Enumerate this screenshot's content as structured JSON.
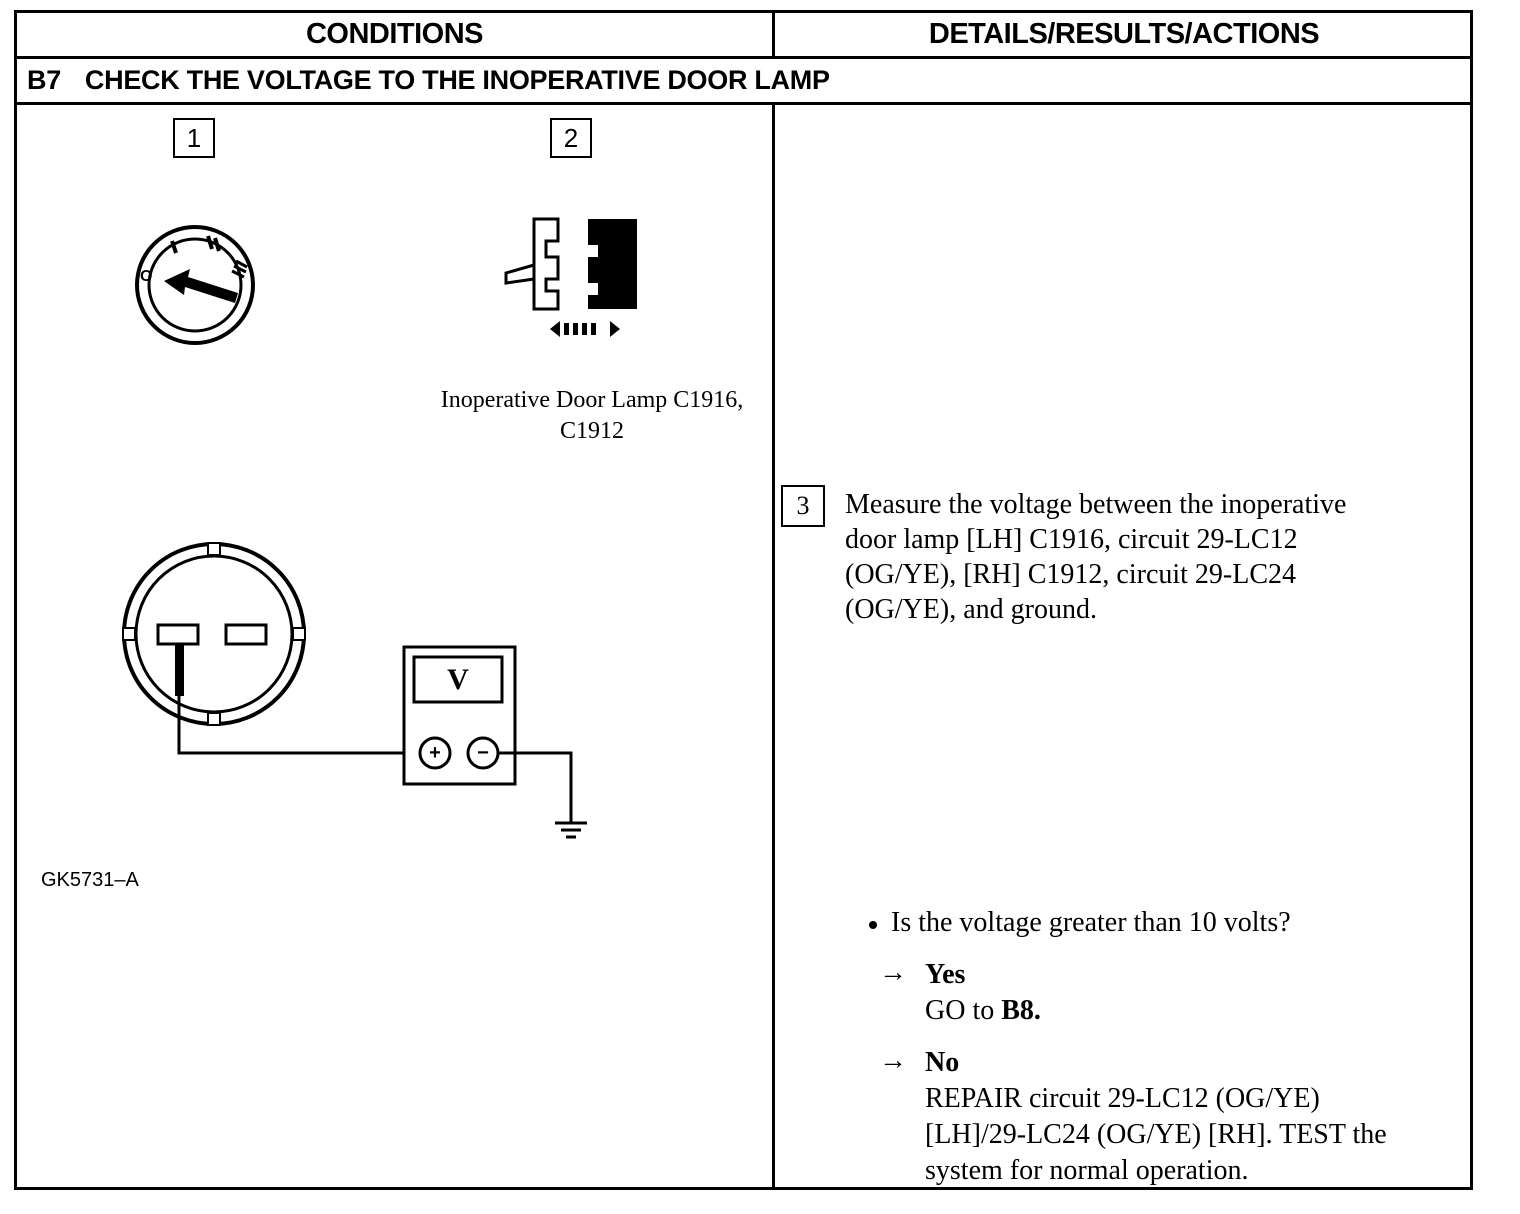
{
  "headers": {
    "conditions": "CONDITIONS",
    "details": "DETAILS/RESULTS/ACTIONS"
  },
  "step": {
    "id": "B7",
    "title": "CHECK THE VOLTAGE TO THE INOPERATIVE DOOR LAMP"
  },
  "figure": {
    "step1_number": "1",
    "step2_number": "2",
    "connector_caption_line1": "Inoperative Door Lamp C1916,",
    "connector_caption_line2": "C1912",
    "meter_symbol": "V",
    "meter_plus": "+",
    "meter_minus": "−",
    "figure_id": "GK5731–A",
    "icons": [
      "ignition-switch-icon",
      "connector-disconnect-icon",
      "connector-face-icon",
      "voltmeter-icon",
      "ground-symbol-icon"
    ]
  },
  "details": {
    "step3_number": "3",
    "instruction_lines": [
      "Measure the voltage between the inoperative",
      "door lamp [LH] C1916, circuit 29-LC12",
      "(OG/YE), [RH] C1912, circuit 29-LC24",
      "(OG/YE), and ground."
    ],
    "question": "Is the voltage greater than 10 volts?",
    "arrow_symbol": "→",
    "yes": {
      "label": "Yes",
      "action_prefix": "GO to ",
      "action_target": "B8."
    },
    "no": {
      "label": "No",
      "action_lines": [
        "REPAIR circuit 29-LC12 (OG/YE)",
        "[LH]/29-LC24 (OG/YE) [RH]. TEST the",
        "system for normal operation."
      ]
    }
  }
}
